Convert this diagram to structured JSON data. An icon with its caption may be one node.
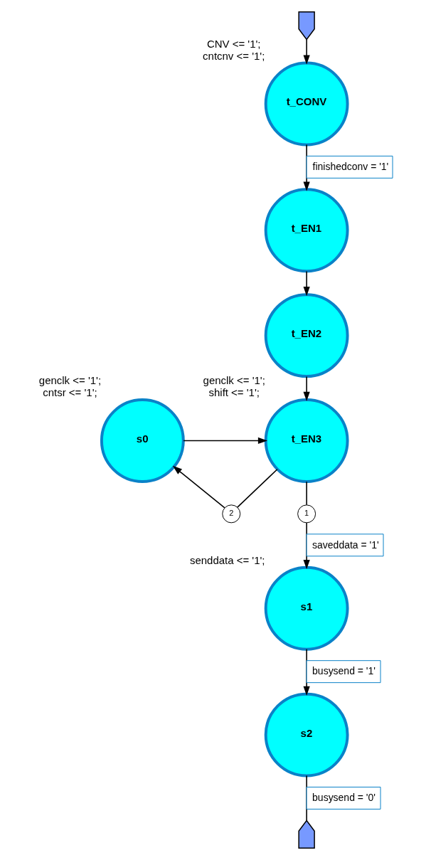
{
  "diagram": {
    "nodes": [
      {
        "text": [],
        "shape": "pentagon"
      },
      {
        "text": [
          "t_CONV"
        ],
        "beside": [
          "CNV <= '1';",
          "cntcnv <= '1';"
        ]
      },
      {
        "text": [
          "t_EN1"
        ]
      },
      {
        "text": [
          "t_EN2"
        ]
      },
      {
        "text": [
          "t_EN3"
        ],
        "beside": [
          "genclk <= '1';",
          "shift <= '1';"
        ]
      },
      {
        "text": [
          "s0"
        ],
        "beside": [
          "genclk <= '1';",
          "cntsr <= '1';"
        ]
      },
      {
        "text": [
          "s1"
        ],
        "beside": [
          "senddata <= '1';"
        ]
      },
      {
        "text": [
          "s2"
        ]
      },
      {
        "text": [],
        "shape": "pentagon"
      },
      {
        "text": [
          "1"
        ]
      },
      {
        "text": [
          "2"
        ]
      }
    ],
    "edges": [
      {
        "from": 0,
        "to": 1,
        "arrow": "to"
      },
      {
        "from": 1,
        "to": 2,
        "arrow": "to",
        "label": "finishedconv = '1'"
      },
      {
        "from": 2,
        "to": 3,
        "arrow": "to"
      },
      {
        "from": 3,
        "to": 4,
        "arrow": "to"
      },
      {
        "from": 4,
        "to": 9,
        "arrow": "none"
      },
      {
        "from": 9,
        "to": 6,
        "arrow": "to",
        "label": "saveddata = '1'"
      },
      {
        "from": 4,
        "to": 10,
        "arrow": "none"
      },
      {
        "from": 10,
        "to": 5,
        "arrow": "to"
      },
      {
        "from": 5,
        "to": 4,
        "arrow": "to"
      },
      {
        "from": 6,
        "to": 7,
        "arrow": "to",
        "label": "busysend = '1'"
      },
      {
        "from": 7,
        "to": 8,
        "arrow": "none",
        "label": "busysend = '0'"
      }
    ]
  }
}
